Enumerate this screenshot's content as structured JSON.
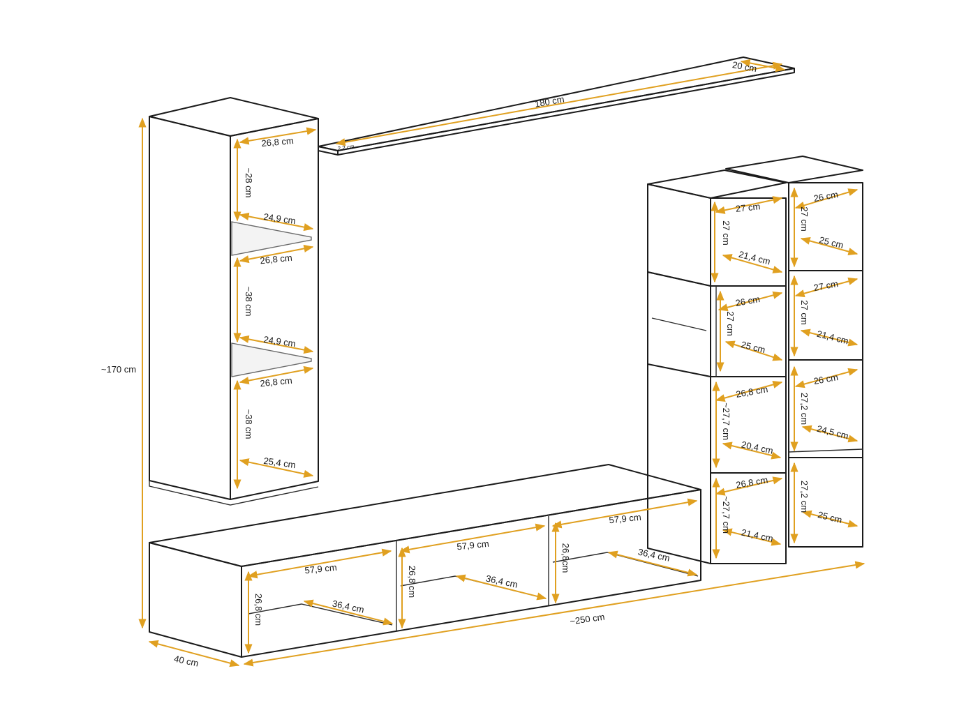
{
  "colors": {
    "dimension": "#e0a020",
    "outline": "#1a1a1a"
  },
  "labels": {
    "shelf_length": "180 cm",
    "shelf_depth": "20 cm",
    "shelf_thickness": "2,2 cm",
    "total_height": "~170 cm",
    "total_width": "~250 cm",
    "depth": "40 cm",
    "tall_w1": "26,8 cm",
    "tall_h1": "~28 cm",
    "tall_glass1": "24,9 cm",
    "tall_w2": "26,8 cm",
    "tall_h2": "~38 cm",
    "tall_glass2": "24,9 cm",
    "tall_w3": "26,8 cm",
    "tall_h3": "~38 cm",
    "tall_bottom": "25,4 cm",
    "lb_w1": "57,9 cm",
    "lb_h1": "26,8 cm",
    "lb_d1": "36,4 cm",
    "lb_w2": "57,9 cm",
    "lb_h2": "26,8 cm",
    "lb_d2": "36,4 cm",
    "lb_w3": "57,9 cm",
    "lb_h3": "26,8cm",
    "lb_d3": "36,4 cm",
    "c1_w": "27 cm",
    "c1_h": "27 cm",
    "c1_d": "21,4 cm",
    "c2_w": "26 cm",
    "c2_h": "27 cm",
    "c2_d": "25 cm",
    "c3_w": "26 cm",
    "c3_h": "27 cm",
    "c3_d": "25 cm",
    "c4_w": "27 cm",
    "c4_h": "27 cm",
    "c4_d": "21,4 cm",
    "c5_w": "26,8 cm",
    "c5_h": "~27,7 cm",
    "c5_d": "20,4 cm",
    "c6_w": "26 cm",
    "c6_h": "27,2 cm",
    "c6_d": "24,5 cm",
    "c7_w": "26,8 cm",
    "c7_h": "~27,7 cm",
    "c7_d": "21,4 cm",
    "c8_h": "27,2 cm",
    "c8_d": "25 cm"
  }
}
